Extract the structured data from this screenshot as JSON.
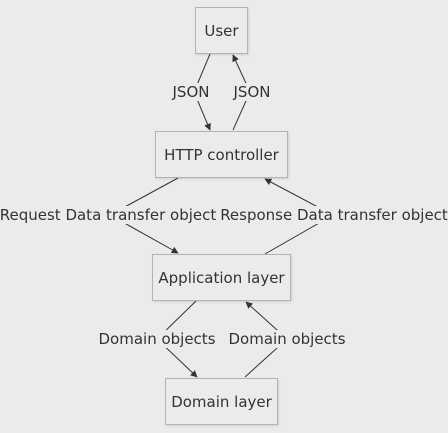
{
  "nodes": {
    "user": "User",
    "http_controller": "HTTP controller",
    "application_layer": "Application layer",
    "domain_layer": "Domain layer"
  },
  "edges": {
    "json_down": "JSON",
    "json_up": "JSON",
    "request_dto": "Request Data transfer object",
    "response_dto": "Response Data transfer object",
    "domain_objects_down": "Domain objects",
    "domain_objects_up": "Domain objects"
  },
  "colors": {
    "background": "#ebebeb",
    "border": "#b3b3b3",
    "edge": "#333333"
  }
}
